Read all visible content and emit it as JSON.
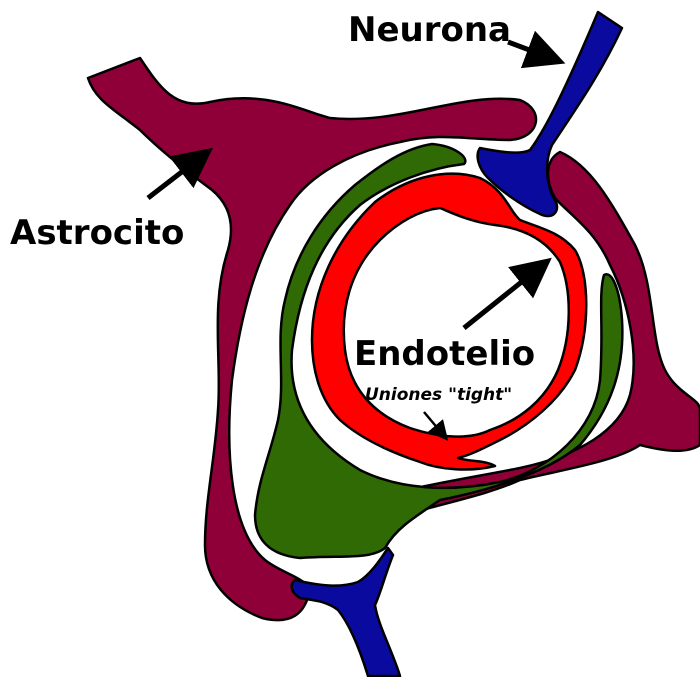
{
  "labels": {
    "neurona": "Neurona",
    "astrocito": "Astrocito",
    "endotelio": "Endotelio",
    "uniones": "Uniones \"tight\""
  },
  "colors": {
    "astrocyte": "#8f0038",
    "pericyte_green": "#2f6a05",
    "endothelium": "#ff0000",
    "neuron": "#0a0a9e",
    "background": "#ffffff",
    "outline": "#000000"
  }
}
